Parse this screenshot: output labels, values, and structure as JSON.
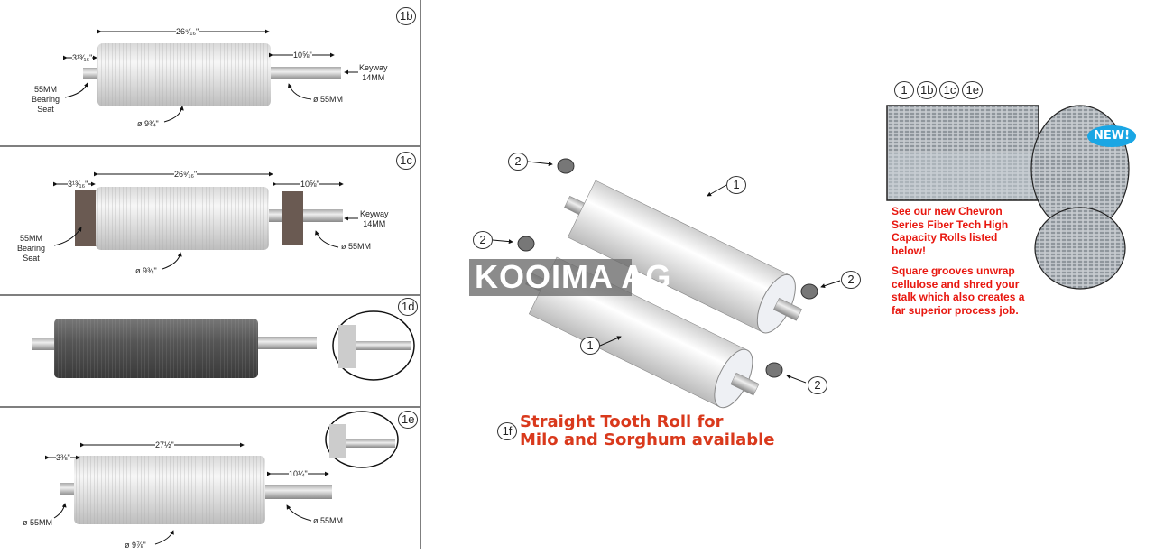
{
  "panels": {
    "p1b": {
      "badge": "1b",
      "len": "26⁹⁄₁₆\"",
      "left": "3¹³⁄₁₆\"",
      "right": "10⅝\"",
      "keyway": "Keyway",
      "keyway_size": "14MM",
      "bearing1": "55MM",
      "bearing2": "Bearing",
      "bearing3": "Seat",
      "shaft": "ø 55MM",
      "dia": "ø 9¾\""
    },
    "p1c": {
      "badge": "1c",
      "len": "26⁹⁄₁₆\"",
      "left": "3¹³⁄₁₆\"",
      "right": "10⅝\"",
      "keyway": "Keyway",
      "keyway_size": "14MM",
      "bearing1": "55MM",
      "bearing2": "Bearing",
      "bearing3": "Seat",
      "shaft": "ø 55MM",
      "dia": "ø 9¾\""
    },
    "p1d": {
      "badge": "1d"
    },
    "p1e": {
      "badge": "1e",
      "len": "27½\"",
      "left": "3⅜\"",
      "right": "10¼\"",
      "shaft_left": "ø 55MM",
      "shaft_right": "ø 55MM",
      "dia": "ø 9⅞\""
    }
  },
  "center": {
    "callouts": [
      "1",
      "2",
      "1",
      "2",
      "2",
      "2"
    ],
    "watermark": "KOOIMA AG",
    "f_badge": "1f",
    "f_title_line1": "Straight Tooth Roll for",
    "f_title_line2": "Milo and Sorghum available"
  },
  "right": {
    "badges": [
      "1",
      "1b",
      "1c",
      "1e"
    ],
    "new_badge": "NEW!",
    "text1": "See our new Chevron Series Fiber Tech High Capacity Rolls listed below!",
    "text2": "Square grooves unwrap cellulose and shred your stalk which also creates a far superior process job."
  },
  "colors": {
    "red": "#e8170f",
    "title": "#d9391c",
    "new": "#1aa6e4"
  }
}
